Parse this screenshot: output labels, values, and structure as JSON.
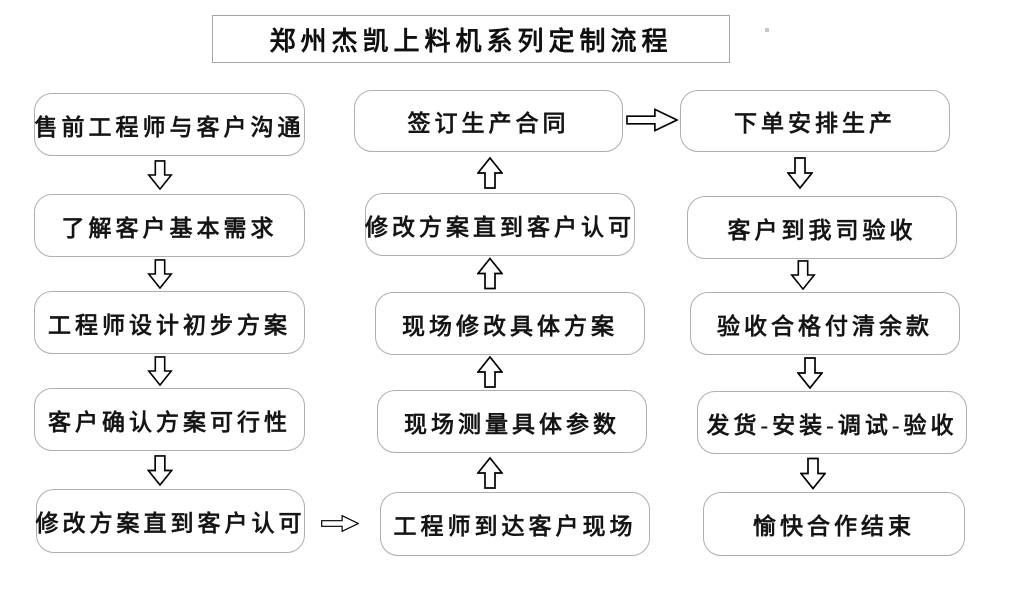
{
  "title": "郑州杰凯上料机系列定制流程",
  "flow": {
    "left": [
      "售前工程师与客户沟通",
      "了解客户基本需求",
      "工程师设计初步方案",
      "客户确认方案可行性",
      "修改方案直到客户认可"
    ],
    "middle": [
      "签订生产合同",
      "修改方案直到客户认可",
      "现场修改具体方案",
      "现场测量具体参数",
      "工程师到达客户现场"
    ],
    "right": [
      "下单安排生产",
      "客户到我司验收",
      "验收合格付清余款",
      "发货-安装-调试-验收",
      "愉快合作结束"
    ]
  },
  "colors": {
    "background": "#ffffff",
    "box_border": "#aeaeae",
    "text": "#151515",
    "arrow_outline": "#000000",
    "arrow_fill": "#ffffff"
  }
}
